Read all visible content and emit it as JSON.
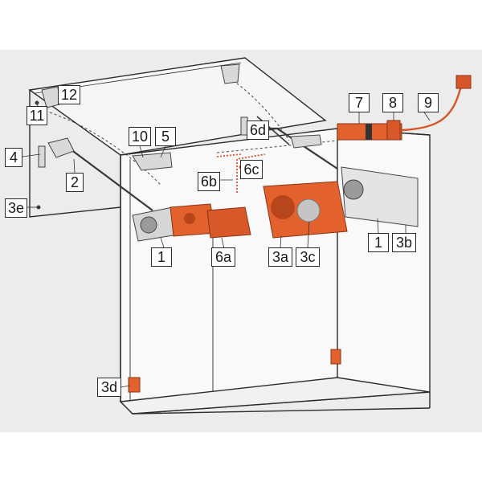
{
  "diagram": {
    "colors": {
      "background_band": "#ececec",
      "cabinet_line": "#2b2b2b",
      "mechanism_orange": "#e2612c",
      "mechanism_dark": "#b8461c",
      "hardware_grey": "#c9c9c9",
      "cable_orange": "#d6562a"
    },
    "callouts": {
      "c1_left": "1",
      "c1_right": "1",
      "c2": "2",
      "c3a": "3a",
      "c3b": "3b",
      "c3c": "3c",
      "c3d": "3d",
      "c3e": "3e",
      "c4": "4",
      "c5": "5",
      "c6a": "6a",
      "c6b": "6b",
      "c6c": "6c",
      "c6d": "6d",
      "c7": "7",
      "c8": "8",
      "c9": "9",
      "c10": "10",
      "c11": "11",
      "c12": "12"
    }
  }
}
